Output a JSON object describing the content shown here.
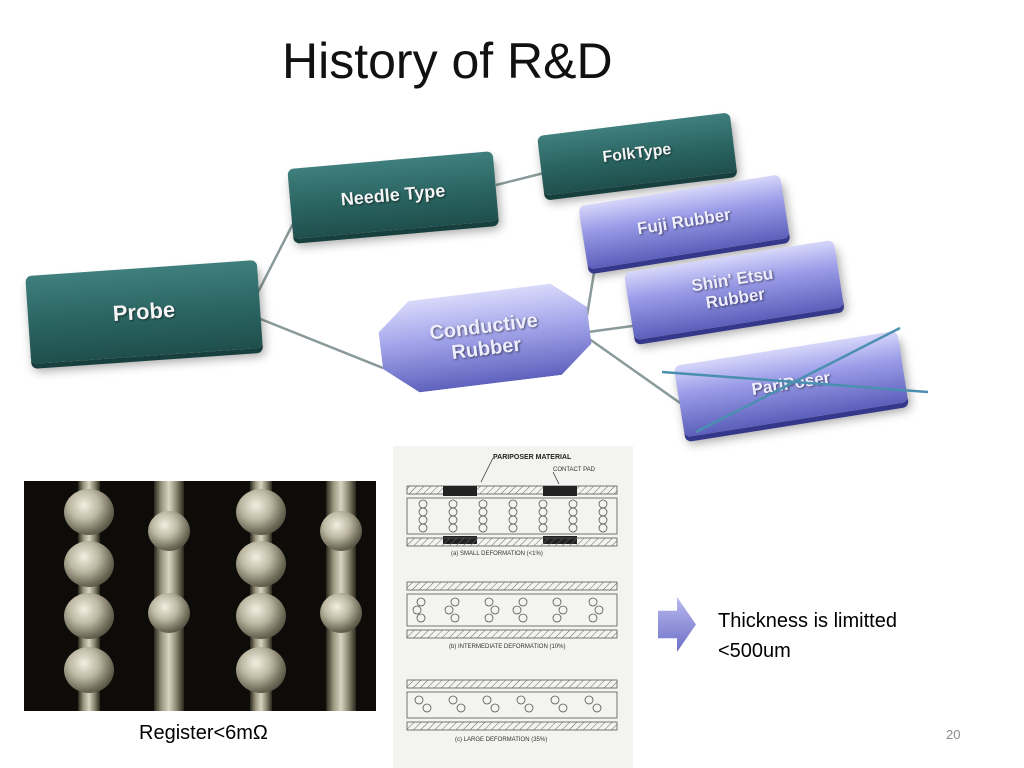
{
  "slide": {
    "title": "History of R&D",
    "page_number": "20"
  },
  "diagram": {
    "nodes": {
      "probe": "Probe",
      "needle": "Needle Type",
      "folk": "FolkType",
      "conductive": "Conductive Rubber",
      "fuji": "Fuji Rubber",
      "shinetsu": "Shin' Etsu Rubber",
      "pariposer": "PariPoser"
    },
    "colors": {
      "teal": "#2a6461",
      "purple": "#8f91e0",
      "connector": "#8a9a9a",
      "strike": "#4b8fb0"
    }
  },
  "figure": {
    "label_material": "PARIPOSER MATERIAL",
    "label_pad": "CONTACT PAD",
    "label_a": "(a) SMALL DEFORMATION (<1%)",
    "label_b": "(b) INTERMEDIATE DEFORMATION (10%)",
    "label_c": "(c) LARGE DEFORMATION (35%)"
  },
  "captions": {
    "register": "Register<6mΩ",
    "thickness_line1": "Thickness is limitted",
    "thickness_line2": "<500um"
  }
}
